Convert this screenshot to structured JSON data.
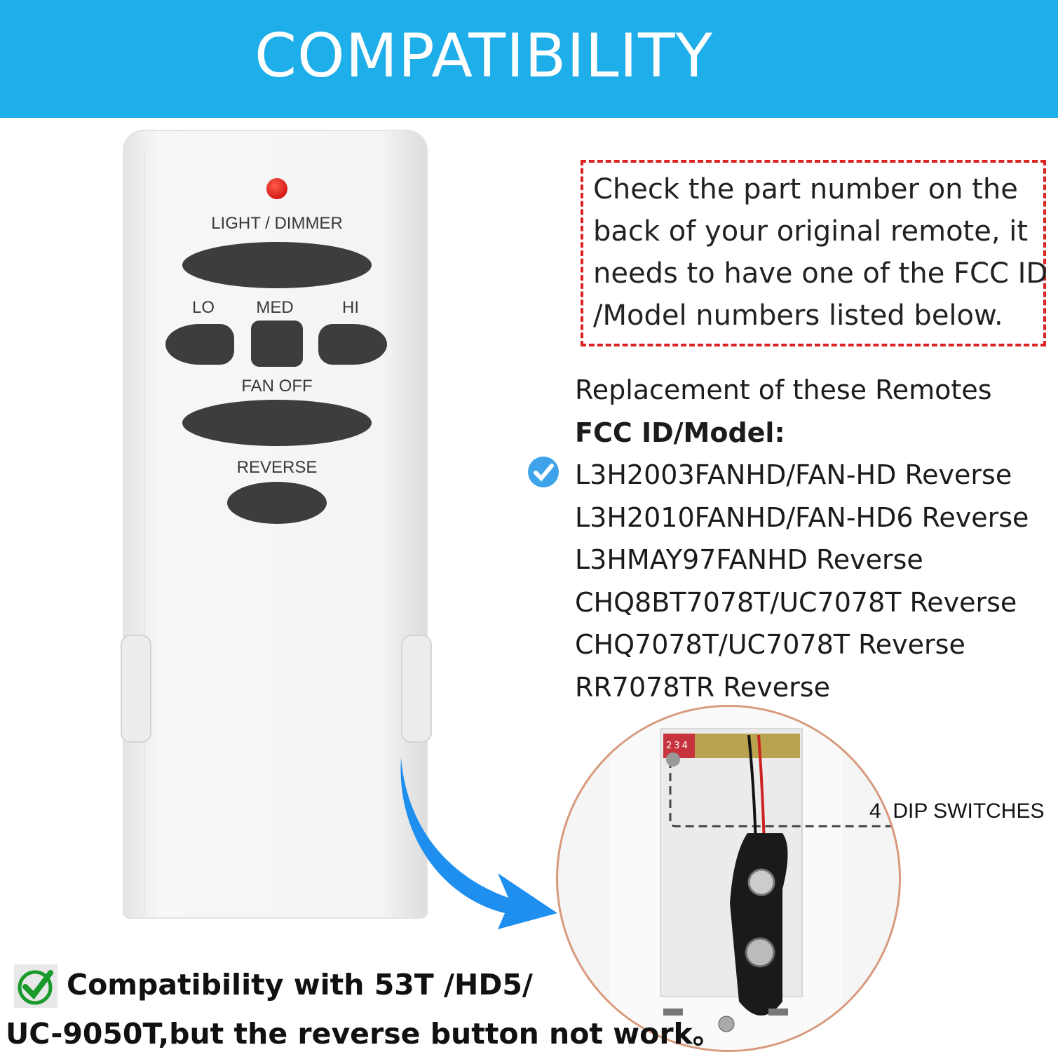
{
  "header": {
    "title": "COMPATIBILITY",
    "background": "#1EAEEA"
  },
  "remote": {
    "labels": {
      "light_dimmer": "LIGHT / DIMMER",
      "lo": "LO",
      "med": "MED",
      "hi": "HI",
      "fan_off": "FAN OFF",
      "reverse": "REVERSE"
    },
    "led_color": "#D00000"
  },
  "note": {
    "lines": [
      "Check the part number on the",
      "back of your original remote, it",
      "needs to have one of the FCC ID",
      "/Model numbers listed below."
    ],
    "border_color": "#DD2222"
  },
  "models": {
    "intro": "Replacement of these Remotes",
    "heading": "FCC ID/Model:",
    "items": [
      "L3H2003FANHD/FAN-HD Reverse",
      "L3H2010FANHD/FAN-HD6 Reverse",
      "L3HMAY97FANHD Reverse",
      "CHQ8BT7078T/UC7078T Reverse",
      "CHQ7078T/UC7078T Reverse",
      "RR7078TR Reverse"
    ],
    "icon": "check-circle-icon"
  },
  "detail": {
    "dip_numbers": [
      "2",
      "3",
      "4"
    ],
    "dip_label": "4  DIP SWITCHES"
  },
  "footer": {
    "line1": "Compatibility with 53T /HD5/",
    "line2": "UC-9050T,but the reverse button not work。",
    "icon": "green-check-icon"
  }
}
